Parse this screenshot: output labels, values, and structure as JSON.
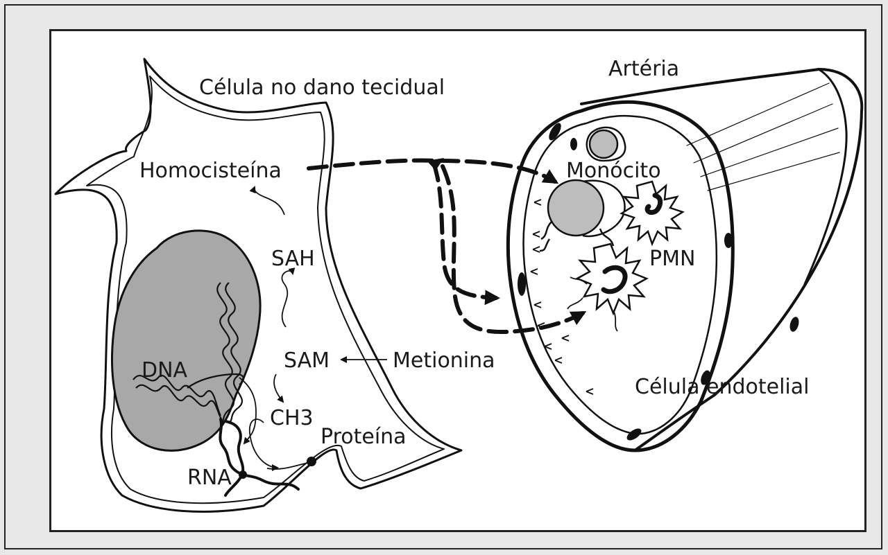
{
  "labels": {
    "cell_title": "Célula no dano tecidual",
    "artery": "Artéria",
    "homocysteine": "Homocisteína",
    "sah": "SAH",
    "sam": "SAM",
    "methionine": "Metionina",
    "dna": "DNA",
    "ch3": "CH3",
    "protein": "Proteína",
    "rna": "RNA",
    "monocyte": "Monócito",
    "pmn": "PMN",
    "endothelial": "Célula endotelial"
  }
}
